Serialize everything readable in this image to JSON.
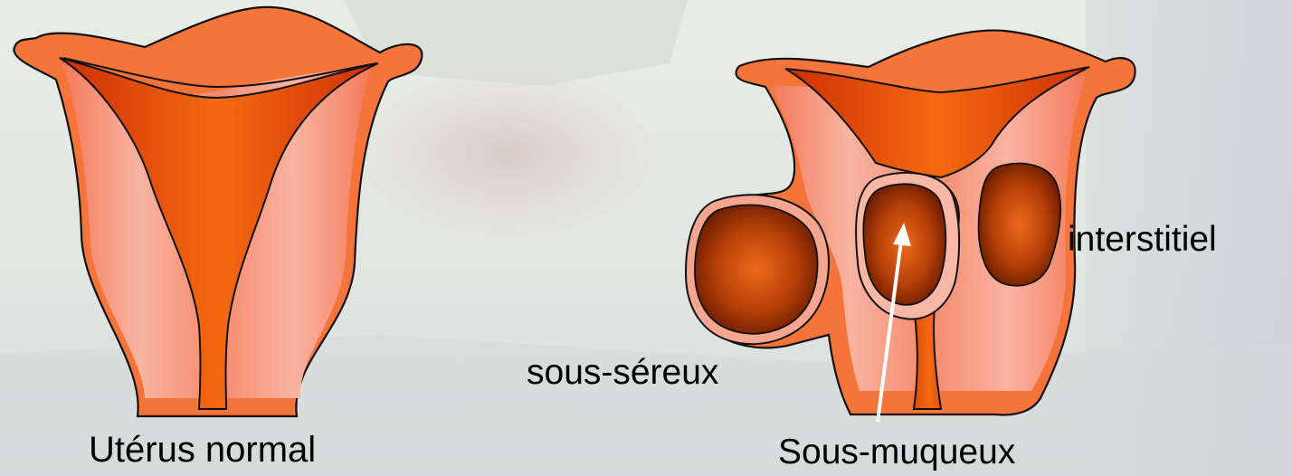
{
  "labels": {
    "normal_uterus": "Utérus normal",
    "interstitial": "interstitiel",
    "subserosal": "sous-séreux",
    "submucosal": "Sous-muqueux"
  },
  "colors": {
    "uterus_outer": "#f5743a",
    "uterus_wall": "#f7a592",
    "cavity": "#d63a08",
    "cavity_light": "#f46a10",
    "fibroid_dark": "#7a2000",
    "fibroid_light": "#ec6a1a",
    "arrow": "#ffffff",
    "background": "#dfe4e3"
  }
}
